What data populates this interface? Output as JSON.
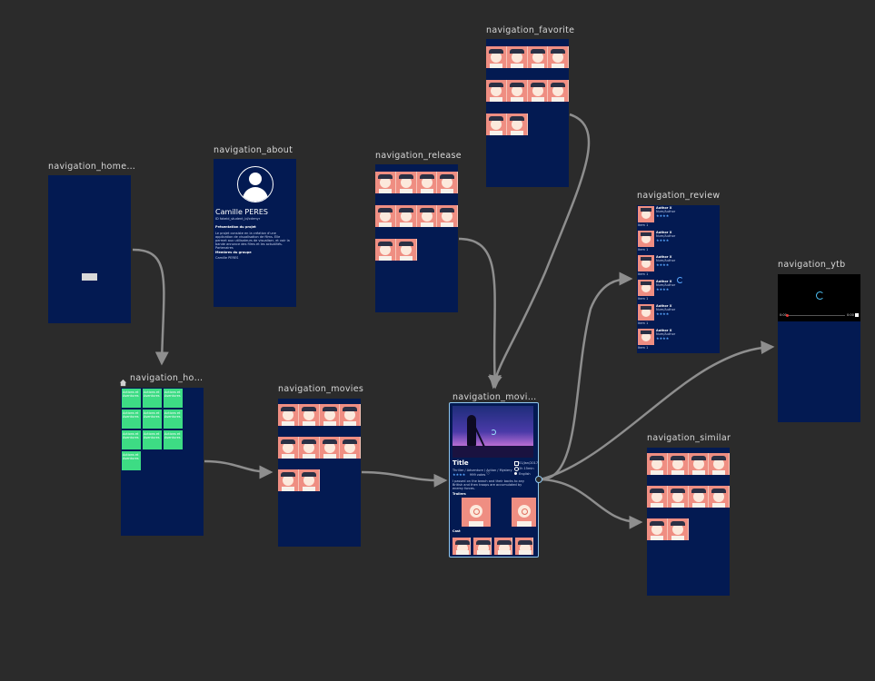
{
  "graph": {
    "home_host": {
      "label": "navigation_home…"
    },
    "about": {
      "label": "navigation_about",
      "name": "Camille PERES",
      "subtitle": "ID fakeid_student_id/cdrmyr",
      "section1": "Présentation du projet",
      "desc": "Le projet consiste en la création d'une application de visualisation de films. Elle permet aux utilisateurs de visualiser, et voir la bande annonce des films et les actualités. Partenaires",
      "section2": "Membres du groupe",
      "members": "Camille PERES"
    },
    "release": {
      "label": "navigation_release"
    },
    "favorite": {
      "label": "navigation_favorite"
    },
    "review": {
      "label": "navigation_review",
      "author": "Author X",
      "meta": "Num/Author",
      "rating": "★★★★",
      "tag": "Item 1"
    },
    "ytb": {
      "label": "navigation_ytb",
      "time_start": "0:00",
      "time_end": "0:00"
    },
    "home": {
      "label": "navigation_ho…",
      "cell_text": "Actions et Aventures"
    },
    "movies": {
      "label": "navigation_movies"
    },
    "movie_detail": {
      "label": "navigation_movi…",
      "title": "Title",
      "genres": "Thriller / Adventure / Action / Mystery",
      "stars": "★★★★",
      "votes": "999 votes",
      "overview": "I passed on the beach and their backs to any British and then troops are accumulated by enemy forces.",
      "date": "01/Jan/2017",
      "runtime": "2h 15min",
      "lang": "English",
      "trailers_label": "Trailers",
      "cast_label": "Cast"
    },
    "similar": {
      "label": "navigation_similar"
    }
  },
  "colors": {
    "canvas": "#2b2b2b",
    "screen_bg": "#031a52",
    "accent": "#3ddc84",
    "poster": "#ef8e82",
    "edge": "#8e8e8e",
    "selected": "#8fc7ef"
  }
}
